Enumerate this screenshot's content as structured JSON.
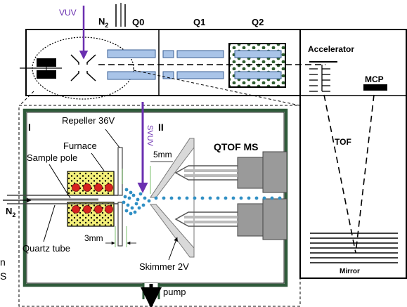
{
  "labels": {
    "vuv_top": "VUV",
    "n2_top": "N",
    "n2_top_sub": "2",
    "q0": "Q0",
    "q1": "Q1",
    "q2": "Q2",
    "accelerator": "Accelerator",
    "mcp": "MCP",
    "tof": "TOF",
    "mirror": "Mirror",
    "region_one": "I",
    "region_two": "II",
    "repeller": "Repeller 36V",
    "svuv": "SVUV",
    "furnace": "Furnace",
    "sample_pole": "Sample pole",
    "five_mm": "5mm",
    "qtof_ms": "QTOF MS",
    "n2_inlet": "N",
    "n2_inlet_sub": "2",
    "three_mm": "3mm",
    "quartz_tube": "Quartz tube",
    "skimmer": "Skimmer 2V",
    "pump": "pump",
    "edge_n": "n",
    "edge_s": "S"
  },
  "colors": {
    "vuv_purple": "#6a2fb0",
    "chamber_green": "#2f5a3a",
    "lens_blue": "#a9c4e8",
    "lens_edge": "#3a5f96",
    "furnace_yellow": "#f4f07a",
    "sample_red": "#d8231f",
    "ion_blue": "#2f8fc4",
    "gas_green": "#2f5e2f",
    "qtof_gray": "#9a9a9a"
  }
}
